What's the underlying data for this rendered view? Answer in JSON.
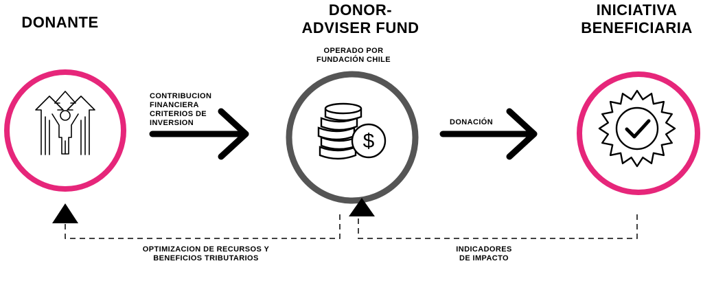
{
  "nodes": {
    "donor": {
      "title": "DONANTE",
      "ring_color": "#e6267a"
    },
    "fund": {
      "title_line1": "DONOR-",
      "title_line2": "ADVISER FUND",
      "subtitle_line1": "OPERADO POR",
      "subtitle_line2": "FUNDACIÓN CHILE",
      "ring_color": "#555555"
    },
    "beneficiary": {
      "title_line1": "INICIATIVA",
      "title_line2": "BENEFICIARIA",
      "ring_color": "#e6267a"
    }
  },
  "arrows": {
    "contribution": {
      "line1": "CONTRIBUCION",
      "line2": "FINANCIERA",
      "line3": "CRITERIOS DE",
      "line4": "INVERSION"
    },
    "donation": {
      "label": "DONACIÓN"
    }
  },
  "feedback": {
    "optimization": {
      "line1": "OPTIMIZACION DE RECURSOS Y",
      "line2": "BENEFICIOS TRIBUTARIOS"
    },
    "impact": {
      "line1": "INDICADORES",
      "line2": "DE IMPACTO"
    }
  },
  "icons": {
    "donor": "person-growth-arrows-icon",
    "fund": "coins-dollar-icon",
    "beneficiary": "check-badge-icon"
  }
}
